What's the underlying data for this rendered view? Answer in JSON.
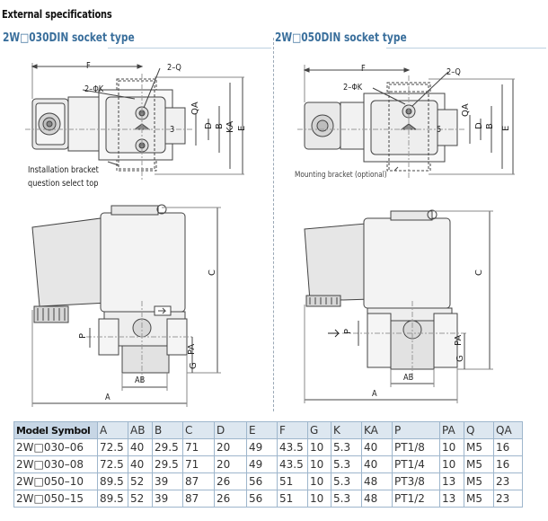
{
  "header_title": "External specifications",
  "sections": [
    {
      "title": "2W□030DIN socket type",
      "bracket_note_1": "Installation bracket",
      "bracket_note_2": "question select top",
      "center_digit": "3"
    },
    {
      "title": "2W□050DIN socket type",
      "bracket_note": "Mounting bracket (optional)",
      "center_digit": "5"
    }
  ],
  "dimension_labels": {
    "F": "F",
    "Q": "2–Q",
    "K": "2–ΦK",
    "QA": "QA",
    "D": "D",
    "B": "B",
    "KA": "KA",
    "E": "E",
    "C": "C",
    "P": "P",
    "PA": "PA",
    "G": "G",
    "AB": "AB",
    "A": "A"
  },
  "table": {
    "columns": [
      "Model Symbol",
      "A",
      "AB",
      "B",
      "C",
      "D",
      "E",
      "F",
      "G",
      "K",
      "KA",
      "P",
      "PA",
      "Q",
      "QA"
    ],
    "rows": [
      [
        "2W□030–06",
        "72.5",
        "40",
        "29.5",
        "71",
        "20",
        "49",
        "43.5",
        "10",
        "5.3",
        "40",
        "PT1/8",
        "10",
        "M5",
        "16"
      ],
      [
        "2W□030–08",
        "72.5",
        "40",
        "29.5",
        "71",
        "20",
        "49",
        "43.5",
        "10",
        "5.3",
        "40",
        "PT1/4",
        "10",
        "M5",
        "16"
      ],
      [
        "2W□050–10",
        "89.5",
        "52",
        "39",
        "87",
        "26",
        "56",
        "51",
        "10",
        "5.3",
        "48",
        "PT3/8",
        "13",
        "M5",
        "23"
      ],
      [
        "2W□050–15",
        "89.5",
        "52",
        "39",
        "87",
        "26",
        "56",
        "51",
        "10",
        "5.3",
        "48",
        "PT1/2",
        "13",
        "M5",
        "23"
      ]
    ]
  }
}
